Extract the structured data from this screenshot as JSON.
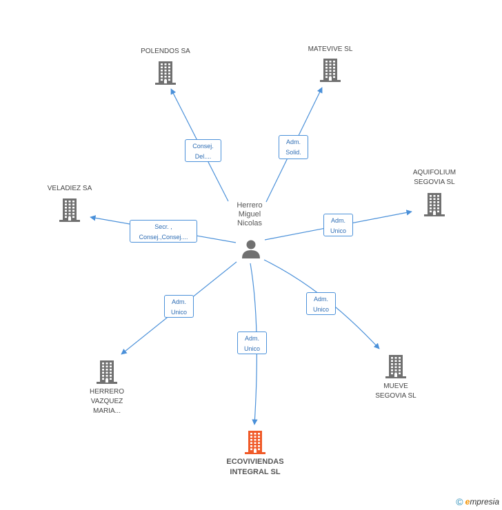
{
  "center": {
    "name_lines": [
      "Herrero",
      "Miguel",
      "Nicolas"
    ],
    "icon": "person-icon"
  },
  "companies": [
    {
      "id": "polendos",
      "label_lines": [
        "POLENDOS SA"
      ],
      "highlight": false,
      "icon": "building-icon"
    },
    {
      "id": "matevive",
      "label_lines": [
        "MATEVIVE SL"
      ],
      "highlight": false,
      "icon": "building-icon"
    },
    {
      "id": "aquifolium",
      "label_lines": [
        "AQUIFOLIUM",
        "SEGOVIA SL"
      ],
      "highlight": false,
      "icon": "building-icon"
    },
    {
      "id": "veladiez",
      "label_lines": [
        "VELADIEZ SA"
      ],
      "highlight": false,
      "icon": "building-icon"
    },
    {
      "id": "herrero-vazquez",
      "label_lines": [
        "HERRERO",
        "VAZQUEZ",
        "MARIA..."
      ],
      "highlight": false,
      "icon": "building-icon"
    },
    {
      "id": "ecoviviendas",
      "label_lines": [
        "ECOVIVIENDAS",
        "INTEGRAL SL"
      ],
      "highlight": true,
      "icon": "building-icon"
    },
    {
      "id": "mueve",
      "label_lines": [
        "MUEVE",
        "SEGOVIA SL"
      ],
      "highlight": false,
      "icon": "building-icon"
    }
  ],
  "roles": [
    {
      "target": "polendos",
      "lines": [
        "Consej.",
        "Del...."
      ]
    },
    {
      "target": "matevive",
      "lines": [
        "Adm.",
        "Solid."
      ]
    },
    {
      "target": "aquifolium",
      "lines": [
        "Adm.",
        "Unico"
      ]
    },
    {
      "target": "veladiez",
      "lines": [
        "Secr. ,",
        "Consej.,Consej...."
      ]
    },
    {
      "target": "herrero-vazquez",
      "lines": [
        "Adm.",
        "Unico"
      ]
    },
    {
      "target": "ecoviviendas",
      "lines": [
        "Adm.",
        "Unico"
      ]
    },
    {
      "target": "mueve",
      "lines": [
        "Adm.",
        "Unico"
      ]
    }
  ],
  "colors": {
    "edge": "#4a90d9",
    "icon": "#707070",
    "highlight_icon": "#f05a28",
    "role_text": "#2e6db4"
  },
  "footer": {
    "copyright": "©",
    "brand_initial": "e",
    "brand_rest": "mpresia"
  }
}
